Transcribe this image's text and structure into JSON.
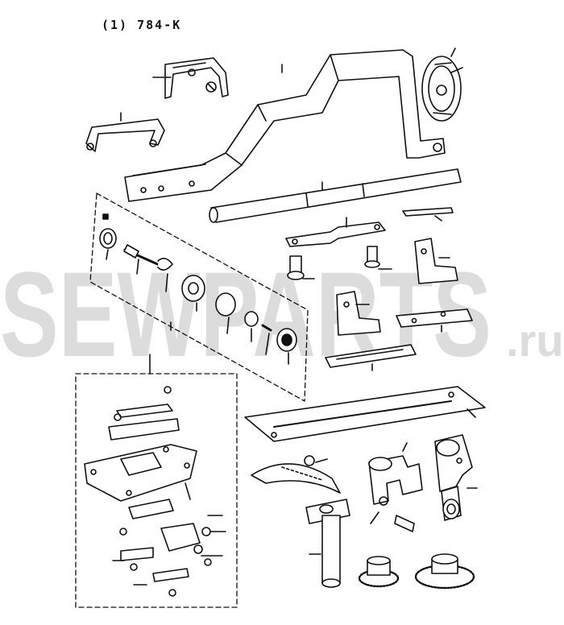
{
  "title": "(1) 784-K",
  "watermark": {
    "main": "SEWPARTS",
    "suffix": ".ru",
    "color": "#d9d9d9"
  },
  "colors": {
    "line": "#111111",
    "paper": "#ffffff"
  }
}
